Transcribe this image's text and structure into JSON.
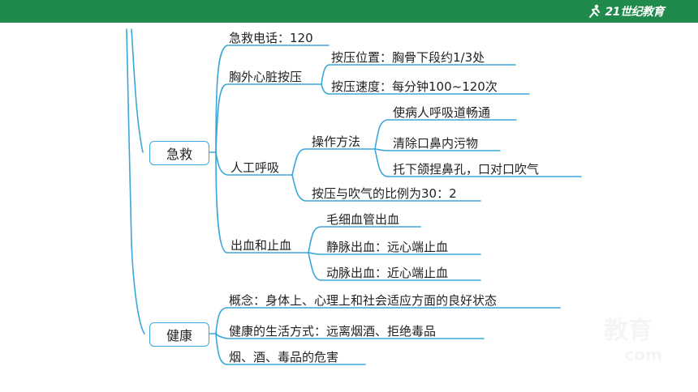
{
  "header": {
    "logo_text": "21世纪教育",
    "bar_color": "#1f8a4c"
  },
  "watermark": {
    "text_main": "教育",
    "text_sub": "com"
  },
  "colors": {
    "line": "#3aa7d8",
    "text": "#222222"
  },
  "mindmap": {
    "first_aid": {
      "label": "急救",
      "emergency_phone": "急救电话：120",
      "cpr": {
        "label": "胸外心脏按压",
        "position": "按压位置：胸骨下段约1/3处",
        "speed": "按压速度：每分钟100~120次"
      },
      "artificial_respiration": {
        "label": "人工呼吸",
        "method": {
          "label": "操作方法",
          "step1": "使病人呼吸道畅通",
          "step2": "清除口鼻内污物",
          "step3": "托下颌捏鼻孔，口对口吹气"
        },
        "ratio": "按压与吹气的比例为30：2"
      },
      "bleeding": {
        "label": "出血和止血",
        "capillary": "毛细血管出血",
        "vein": "静脉出血：远心端止血",
        "artery": "动脉出血：近心端止血"
      }
    },
    "health": {
      "label": "健康",
      "concept": "概念：身体上、心理上和社会适应方面的良好状态",
      "lifestyle": "健康的生活方式：远离烟酒、拒绝毒品",
      "harm": "烟、酒、毒品的危害"
    }
  }
}
